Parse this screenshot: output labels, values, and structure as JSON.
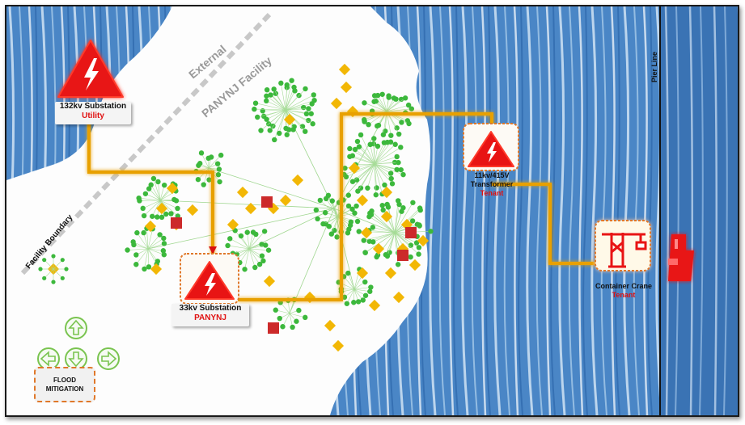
{
  "nodes": {
    "substation_132": {
      "title": "132kv Substation",
      "subtitle": "Utility"
    },
    "substation_33": {
      "title": "33kv Substation",
      "subtitle": "PANYNJ"
    },
    "transformer": {
      "title_line1": "11kv/415V",
      "title_line2": "Transformer",
      "subtitle": "Tenant"
    },
    "crane": {
      "title": "Container Crane",
      "subtitle": "Tenant"
    }
  },
  "map_labels": {
    "external": "External",
    "panynj_facility": "PANYNJ Facility",
    "facility_boundary": "Facility Boundary",
    "pier_line": "Pier Line"
  },
  "controls": {
    "flood_line1": "FLOOD",
    "flood_line2": "MITIGATION",
    "arrows": [
      "up",
      "left",
      "down",
      "right"
    ]
  },
  "colors": {
    "warning_red": "#e81414",
    "power_line": "#e8a000",
    "node_green": "#3cb83c",
    "node_yellow": "#f2b705",
    "node_red": "#cc2a2a",
    "water": "#3b7fc4",
    "highlight_orange": "#e0782a"
  },
  "icons": [
    "warning-lightning-icon",
    "crane-icon",
    "ship-icon",
    "arrow-up-icon",
    "arrow-left-icon",
    "arrow-down-icon",
    "arrow-right-icon"
  ]
}
